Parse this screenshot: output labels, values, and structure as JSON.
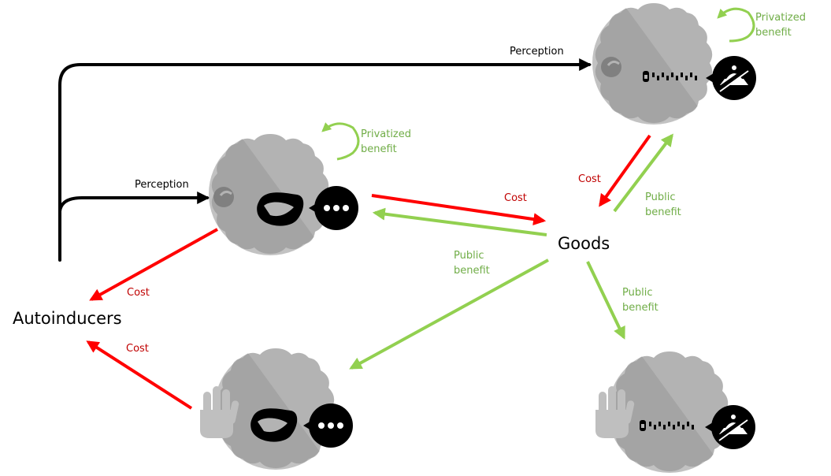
{
  "nodes": {
    "autoinducers": "Autoinducers",
    "goods": "Goods"
  },
  "labels": {
    "perception_top": "Perception",
    "perception_mid": "Perception",
    "cost_cell1_to_goods": "Cost",
    "cost_cell1_to_autoinducers": "Cost",
    "cost_cell4_to_autoinducers": "Cost",
    "cost_cell2_to_goods": "Cost",
    "privatized_cell2_line1": "Privatized",
    "privatized_cell2_line2": "benefit",
    "privatized_cell1_line1": "Privatized",
    "privatized_cell1_line2": "benefit",
    "public_to_cell2_line1": "Public",
    "public_to_cell2_line2": "benefit",
    "public_to_cell4_line1": "Public",
    "public_to_cell4_line2": "benefit",
    "public_to_cell3_line1": "Public",
    "public_to_cell3_line2": "benefit"
  },
  "colors": {
    "cost": "#ff0000",
    "benefit": "#92d050",
    "cost_text": "#c00000",
    "benefit_text": "#70ad47",
    "perception": "#000000",
    "cell_light": "#b3b3b3",
    "cell_dark": "#999999",
    "hand": "#bfbfbf"
  },
  "icons": {
    "cell1": [
      "receptor-icon",
      "bean-icon",
      "speech-bubble-icon"
    ],
    "cell2": [
      "receptor-icon",
      "zipper-icon",
      "no-production-icon"
    ],
    "cell3": [
      "hand-icon",
      "zipper-icon",
      "no-production-icon"
    ],
    "cell4": [
      "hand-icon",
      "bean-icon",
      "speech-bubble-icon"
    ]
  }
}
